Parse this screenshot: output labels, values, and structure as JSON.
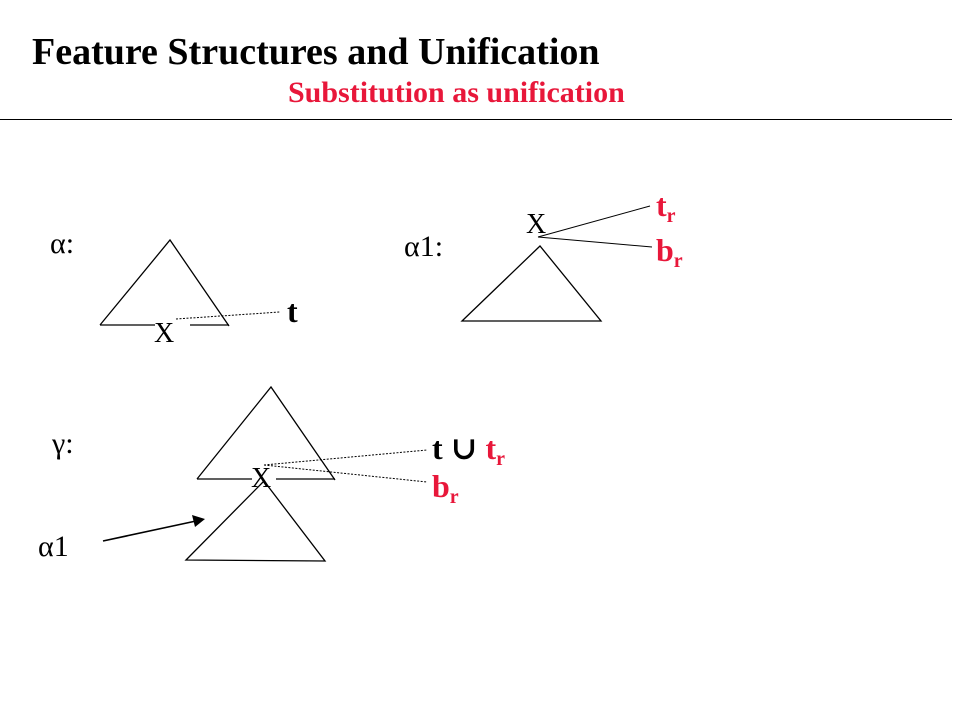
{
  "header": {
    "title": "Feature Structures and Unification",
    "subtitle": "Substitution as unification"
  },
  "colors": {
    "title": "#000000",
    "subtitle": "#e8173a",
    "feature_red": "#e8173a"
  },
  "diagram": {
    "alpha": {
      "label": "α:",
      "node": "X",
      "feature": "t"
    },
    "alpha1": {
      "label": "α1:",
      "node": "X",
      "top_feature": {
        "base": "t",
        "sub": "r"
      },
      "bottom_feature": {
        "base": "b",
        "sub": "r"
      }
    },
    "gamma": {
      "label": "γ:",
      "node": "X",
      "top_feature": {
        "left": "t",
        "operator": "∪",
        "right_base": "t",
        "right_sub": "r"
      },
      "bottom_feature": {
        "base": "b",
        "sub": "r"
      },
      "attached_label": "α1"
    }
  }
}
